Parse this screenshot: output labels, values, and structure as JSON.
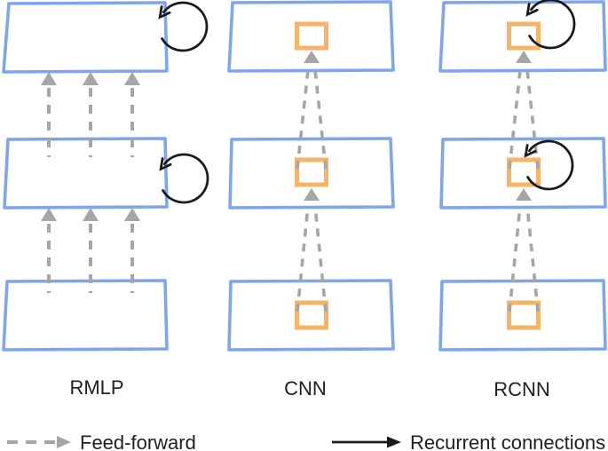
{
  "colors": {
    "layer_blue": "#7EA6F0",
    "unit_orange": "#F7B466",
    "arrow_gray": "#A6A6A6",
    "arrow_black": "#1B1B1B",
    "text_dark": "#1F1F1F",
    "background": "#FFFFFF"
  },
  "columns": [
    {
      "label": "RMLP",
      "layers": 3,
      "feature_units": false,
      "recurrent_loops_on": [
        "top",
        "middle"
      ],
      "feedforward_style": "three parallel dashed arrows between full layers"
    },
    {
      "label": "CNN",
      "layers": 3,
      "feature_units": true,
      "recurrent_loops_on": [],
      "feedforward_style": "converging dashed arrows between feature units"
    },
    {
      "label": "RCNN",
      "layers": 3,
      "feature_units": true,
      "recurrent_loops_on": [
        "top",
        "middle"
      ],
      "feedforward_style": "converging dashed arrows between feature units"
    }
  ],
  "legend": {
    "feedforward_label": "Feed-forward",
    "recurrent_label": "Recurrent connections"
  }
}
